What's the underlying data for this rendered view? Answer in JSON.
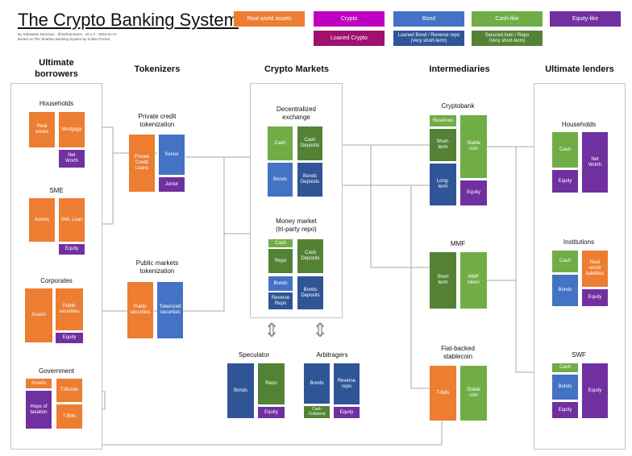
{
  "title": "The Crypto Banking System",
  "meta_line_1": "By Sébastien Derivaux - @SebVentures - v0.1.2 - 2022-01-17",
  "meta_line_2": "Based on The Shadow Banking System by Zoltan Pozsar",
  "legend": [
    "Real world assets",
    "Crypto",
    "Bond",
    "Cash-like",
    "Equity-like",
    "Loaned Crypto",
    "Loaned Bond / Reverse repo\n(Very short-term)",
    "Secured loan / Repo\n(Very short-term)"
  ],
  "columns": {
    "borrowers": "Ultimate\nborrowers",
    "tokenizers": "Tokenizers",
    "markets": "Crypto Markets",
    "intermediaries": "Intermediaries",
    "lenders": "Ultimate lenders"
  },
  "borrowers": {
    "households": {
      "name": "Households",
      "real_estate": "Real\nestate",
      "mortgage": "Mortgage",
      "net_worth": "Net\nWorth"
    },
    "sme": {
      "name": "SME",
      "assets": "Assets",
      "sml_loan": "SML Loan",
      "equity": "Equity"
    },
    "corporates": {
      "name": "Corporates",
      "assets": "Assets",
      "public_securities": "Public\nsecurities",
      "equity": "Equity"
    },
    "government": {
      "name": "Government",
      "assets": "Assets",
      "hope": "Hope of\ntaxation",
      "tbonds": "T-Bonds",
      "tbills": "T-Bills"
    }
  },
  "tokenizers": {
    "private": {
      "name": "Private credit\ntokenization",
      "loans": "Private\nCredit\nLoans",
      "senior": "Senior",
      "junior": "Junior"
    },
    "public": {
      "name": "Public markets\ntokenization",
      "public_securities": "Public\nsecurities",
      "tokenized": "Tokenized\nsecurities"
    }
  },
  "markets": {
    "dex": {
      "name": "Decentralized\nexchange",
      "cash": "Cash",
      "cash_deposits": "Cash\nDeposits",
      "bonds": "Bonds",
      "bonds_deposits": "Bonds\nDeposits"
    },
    "mm": {
      "name": "Money market\n(tri-party repo)",
      "cash": "Cash",
      "repo": "Repo",
      "cash_deposits": "Cash\nDeposits",
      "bonds": "Bonds",
      "reverse_repo": "Reverse\nRepo",
      "bonds_deposits": "Bonds\nDeposits"
    },
    "speculator": {
      "name": "Speculator",
      "bonds": "Bonds",
      "repo": "Repo",
      "equity": "Equity"
    },
    "arbitragers": {
      "name": "Arbitragers",
      "bonds": "Bonds",
      "cash_collateral": "Cash\nCollateral",
      "reverse_repo": "Reverse\nrepo",
      "equity": "Equity"
    }
  },
  "intermediaries": {
    "cryptobank": {
      "name": "Cryptobank",
      "reserves": "Reserves",
      "short_term": "Short-\nterm",
      "long_term": "Long-\nterm",
      "stable_coin": "Stable\ncoin",
      "equity": "Equity"
    },
    "mmf": {
      "name": "MMF",
      "short_term": "Short\nterm",
      "mmf_token": "MMF\ntoken"
    },
    "fiat": {
      "name": "Fiat-backed\nstablecoin",
      "tbills": "T-Bills",
      "stable_coin": "Stable\ncoin"
    }
  },
  "lenders": {
    "households": {
      "name": "Households",
      "cash": "Cash",
      "equity": "Equity",
      "net_worth": "Net\nWorth"
    },
    "institutions": {
      "name": "Institutions",
      "cash": "Cash",
      "bonds": "Bonds",
      "real_world_liabilities": "Real\nworld\nliabilities",
      "equity": "Equity"
    },
    "swf": {
      "name": "SWF",
      "cash": "Cash",
      "bonds": "Bonds",
      "equity_left": "Equity",
      "equity_right": "Equity"
    }
  }
}
